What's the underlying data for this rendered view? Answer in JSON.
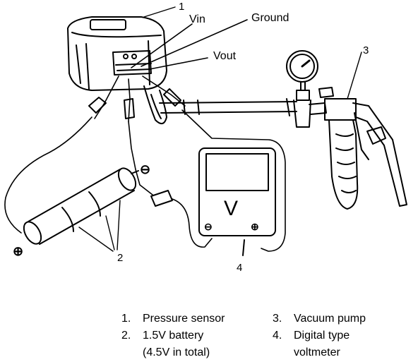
{
  "callouts": {
    "c1": "1",
    "c2": "2",
    "c3": "3",
    "c4": "4"
  },
  "terminals": {
    "vin": "Vin",
    "ground": "Ground",
    "vout": "Vout"
  },
  "meter": {
    "symbol": "V",
    "neg": "⊖",
    "pos": "⊕"
  },
  "battery": {
    "neg": "⊖",
    "pos": "⊕"
  },
  "legend": {
    "left": [
      {
        "num": "1.",
        "text": "Pressure sensor"
      },
      {
        "num": "2.",
        "text": "1.5V battery"
      },
      {
        "num": "",
        "text": "(4.5V in total)"
      }
    ],
    "right": [
      {
        "num": "3.",
        "text": "Vacuum pump"
      },
      {
        "num": "4.",
        "text": "Digital type"
      },
      {
        "num": "",
        "text": "voltmeter"
      }
    ]
  }
}
